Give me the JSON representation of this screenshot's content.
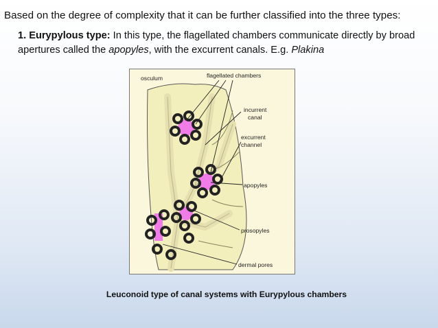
{
  "intro": "Based on the degree of complexity that it can be further classified into the three types:",
  "item1": {
    "number_title": "1. Eurypylous type:",
    "text_a": " In this type, the flagellated chambers communicate directly by broad apertures called the ",
    "term": "apopyles",
    "text_b": ", with the excurrent canals. E.g. ",
    "example": "Plakina"
  },
  "figure": {
    "labels": {
      "osculum": "osculum",
      "flagellated": "flagellated chambers",
      "incurrent": [
        "incurrent",
        "canal"
      ],
      "excurrent": [
        "excurrent",
        "channel"
      ],
      "apopyles": "apopyles",
      "prosopyles": "prosopyles",
      "dermal": "dermal pores"
    },
    "colors": {
      "mesohyl": "#f3efbd",
      "canal": "#fbf7dc",
      "chamber_fill": "#f07ce8",
      "outline": "#222222"
    }
  },
  "caption": "Leuconoid type of canal systems with Eurypylous chambers"
}
